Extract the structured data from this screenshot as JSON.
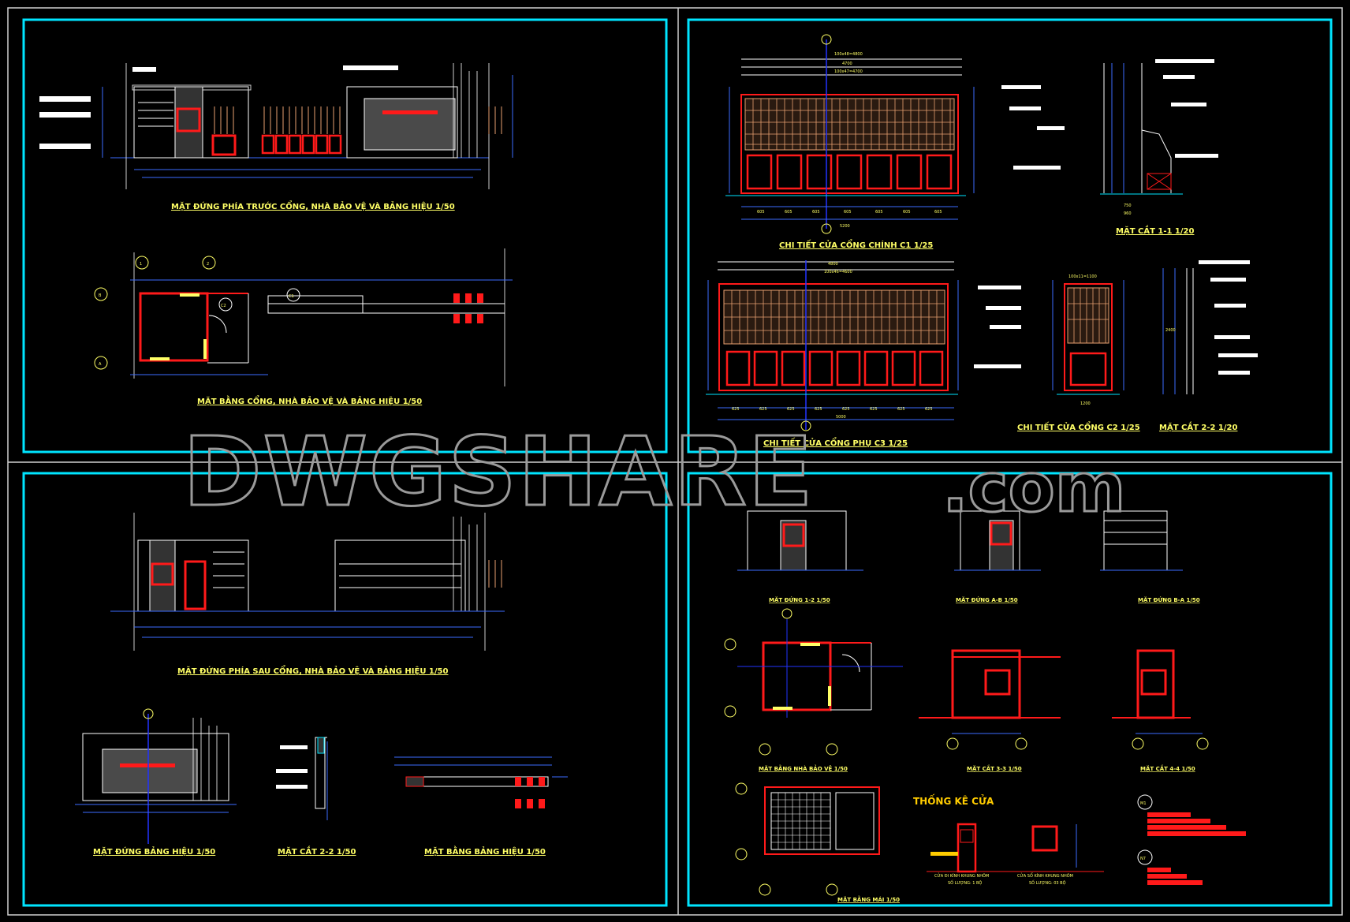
{
  "drawing_labels": {
    "front_elevation": "MẶT ĐỨNG PHÍA TRƯỚC CỔNG, NHÀ BẢO VỆ VÀ BẢNG HIỆU 1/50",
    "gate_plan": "MẶT BẰNG CỔNG, NHÀ BẢO VỆ VÀ BẢNG HIỆU 1/50",
    "rear_elevation": "MẶT ĐỨNG PHÍA SAU CỔNG, NHÀ BẢO VỆ VÀ BẢNG HIỆU 1/50",
    "sign_elevation": "MẶT ĐỨNG BẢNG HIỆU 1/50",
    "section_22_small": "MẶT CẮT 2-2 1/50",
    "sign_plan": "MẶT BẰNG BẢNG HIỆU 1/50",
    "main_gate_detail": "CHI TIẾT CỬA CỔNG CHÍNH C1 1/25",
    "section_11": "MẶT CẮT 1-1 1/20",
    "side_gate_c3": "CHI TIẾT CỬA CỔNG PHỤ C3 1/25",
    "side_gate_c2": "CHI TIẾT CỬA CỔNG C2 1/25",
    "section_22": "MẶT CẮT 2-2 1/20",
    "elev_12": "MẶT ĐỨNG 1-2 1/50",
    "elev_ab": "MẶT ĐỨNG A-B 1/50",
    "elev_ba": "MẶT ĐỨNG B-A 1/50",
    "guard_plan": "MẶT BẰNG NHÀ BẢO VỆ 1/50",
    "section_33": "MẶT CẮT 3-3 1/50",
    "section_44": "MẶT CẮT 4-4 1/50",
    "roof_plan": "MẶT BẰNG MÁI 1/50",
    "door_schedule": "THỐNG KÊ CỬA",
    "door_d1": "CỬA ĐI KÍNH KHUNG NHÔM",
    "door_d1_qty": "SỐ LƯỢNG: 1 BỘ",
    "window_s1": "CỬA SỔ KÍNH KHUNG NHÔM",
    "window_s1_qty": "SỐ LƯỢNG: 03 BỘ"
  },
  "axis_markers": {
    "a1": "1",
    "a2": "2",
    "aA": "A",
    "aB": "B",
    "aD": "Đ",
    "aS": "S",
    "aC2": "C2",
    "aC1": "C1",
    "m1": "M1",
    "n7": "N7"
  },
  "dimensions": {
    "c1_total": "100x48=4800",
    "c1_w": "4700",
    "c1_grid": "100x47=4700",
    "c1_base": "5200",
    "c1_sub": [
      "605",
      "605",
      "605",
      "605",
      "605",
      "605",
      "605"
    ],
    "c3_total": "4800",
    "c3_grid": "100x46=4600",
    "c3_base": "5000",
    "c3_sub": [
      "625",
      "625",
      "625",
      "625",
      "625",
      "625",
      "625",
      "625"
    ],
    "c2_grid": "100x11=1100",
    "c2_base": "1200",
    "s11_a": "750",
    "s11_b": "960",
    "s22_h": "2400"
  },
  "watermark": {
    "main": "DWGSHARE",
    "suffix": ".com"
  },
  "colors": {
    "frame": "#00e5ff",
    "line": "#3b6bff",
    "accent": "#ff1a1a",
    "text": "#ffff66",
    "grid": "#ffffff"
  }
}
